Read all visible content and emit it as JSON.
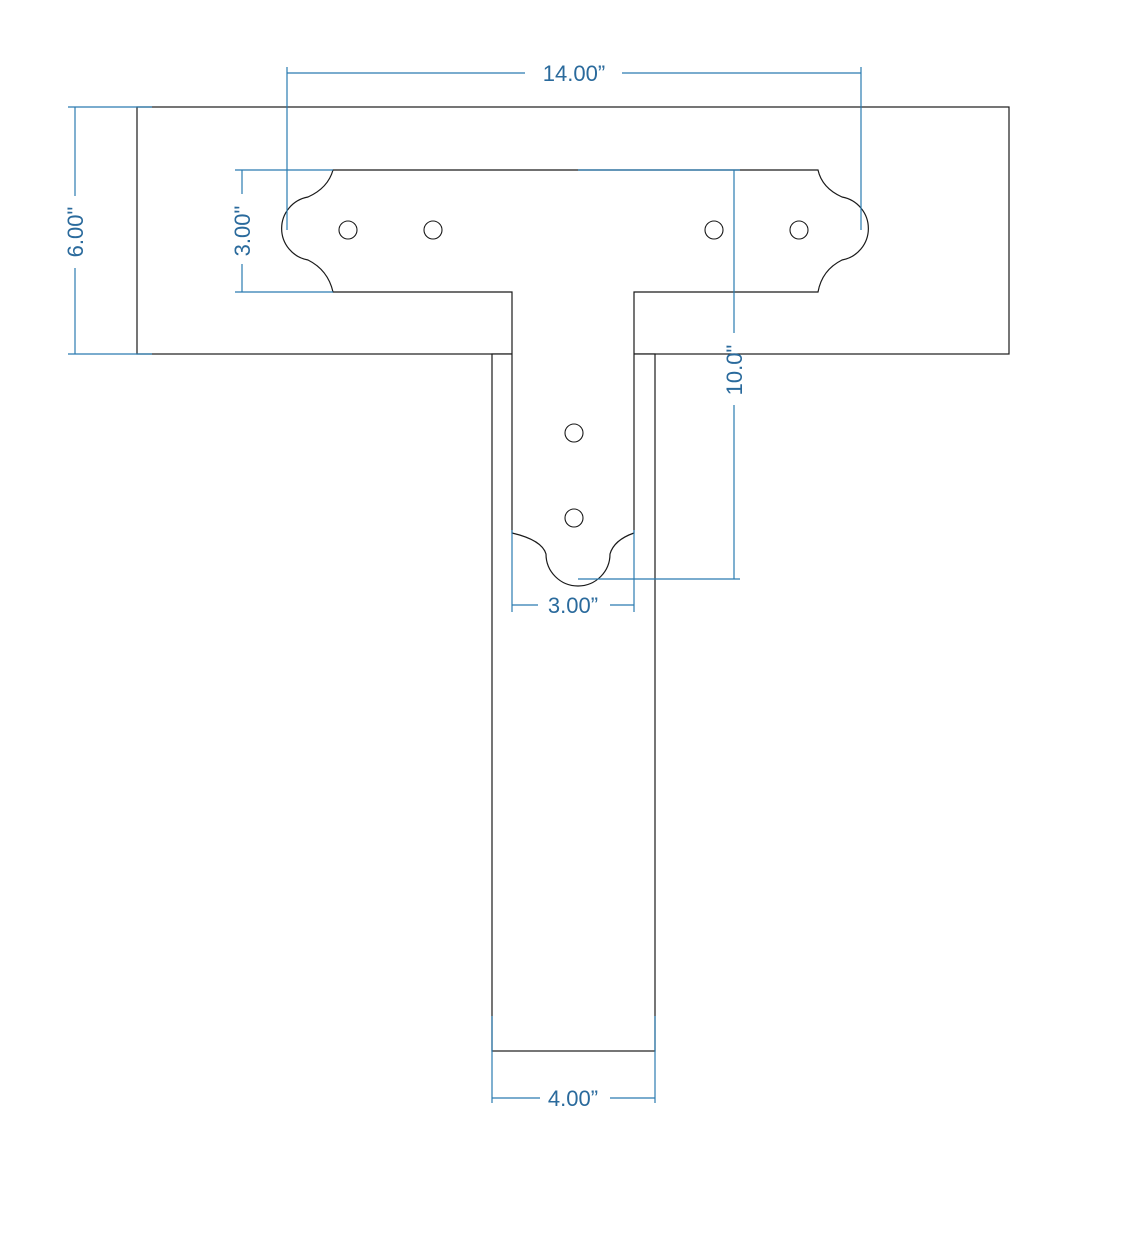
{
  "dimensions": {
    "top_width": "14.00”",
    "board_height": "6.00\"",
    "plate_top_height": "3.00\"",
    "plate_stem_width": "3.00”",
    "plate_length": "10.0\"",
    "leg_width": "4.00”"
  },
  "colors": {
    "dimension": "#2a7bb0",
    "dimension_text": "#2a6a9c",
    "outline": "#1a1a1a",
    "background": "#ffffff"
  }
}
